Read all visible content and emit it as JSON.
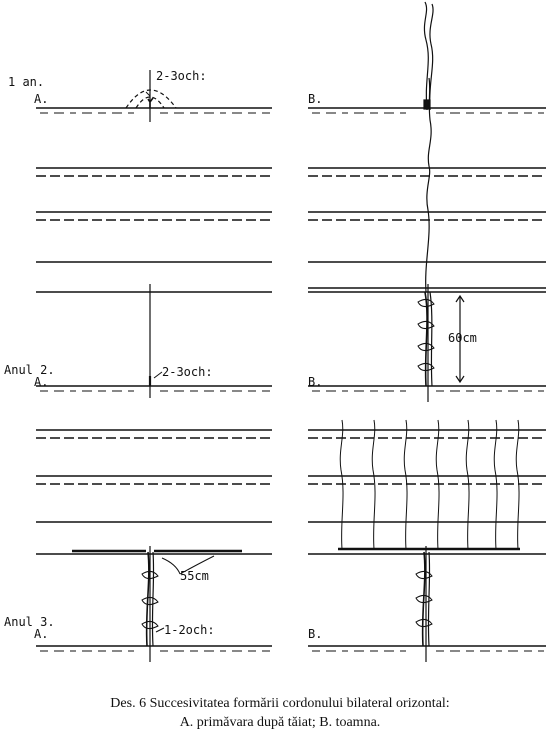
{
  "labels": {
    "year1": "1 an.",
    "year2": "Anul 2.",
    "year3": "Anul 3.",
    "panel_a": "A.",
    "panel_b": "B.",
    "buds_2_3": "2-3och:",
    "buds_1_2": "1-2och:",
    "height_60": "60cm",
    "length_55": "55cm"
  },
  "caption": {
    "line1": "Des. 6  Succesivitatea formării cordonului bilateral orizontal:",
    "line2": "A. primăvara după tăiat; B. toamna."
  }
}
